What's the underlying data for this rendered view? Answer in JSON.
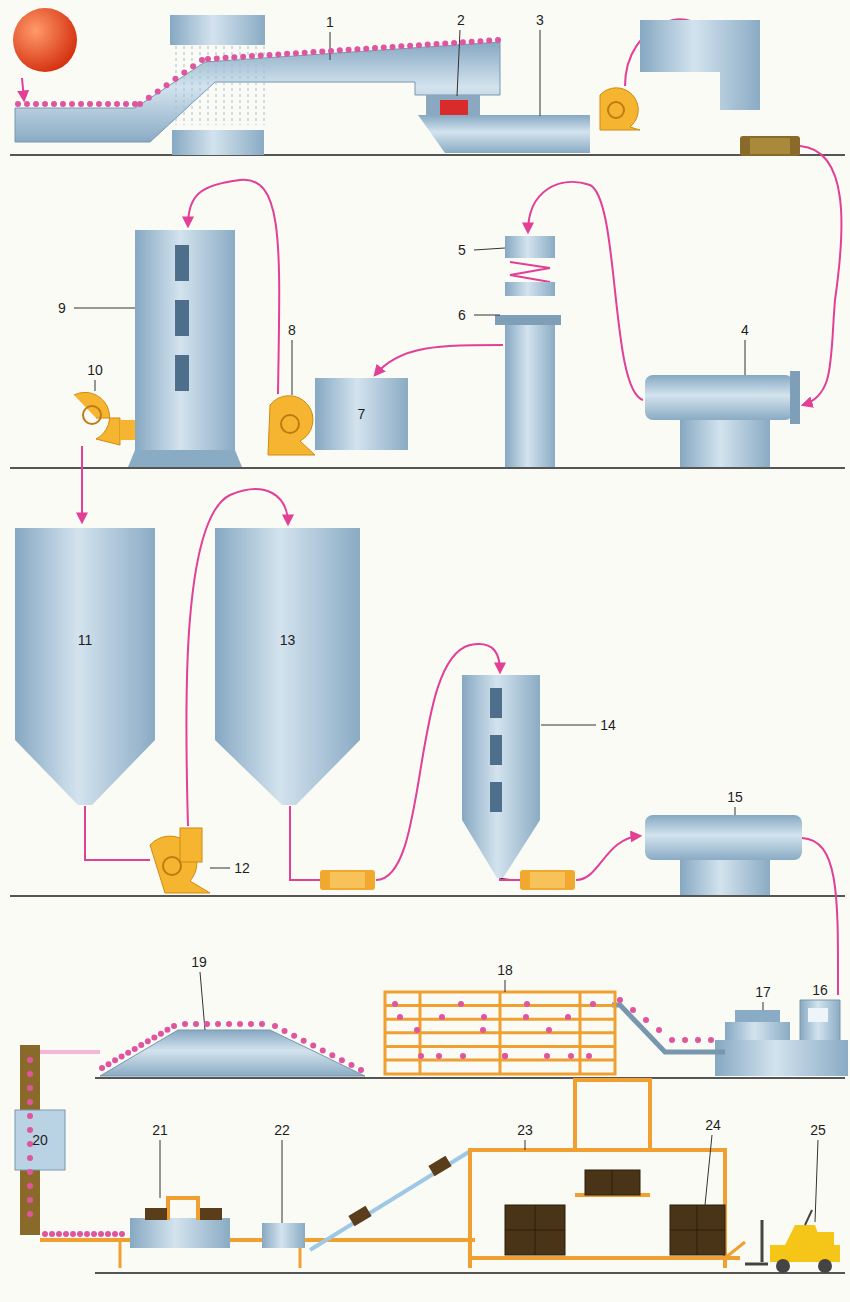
{
  "diagram": {
    "nodes": [
      {
        "text": [
          "7"
        ]
      },
      {
        "text": [
          "11"
        ]
      },
      {
        "text": [
          "13"
        ]
      },
      {
        "text": [
          "20"
        ]
      }
    ],
    "labels": [
      "1",
      "2",
      "3",
      "4",
      "5",
      "6",
      "8",
      "9",
      "10",
      "12",
      "14",
      "15",
      "16",
      "17",
      "18",
      "19",
      "21",
      "22",
      "23",
      "24",
      "25"
    ]
  }
}
